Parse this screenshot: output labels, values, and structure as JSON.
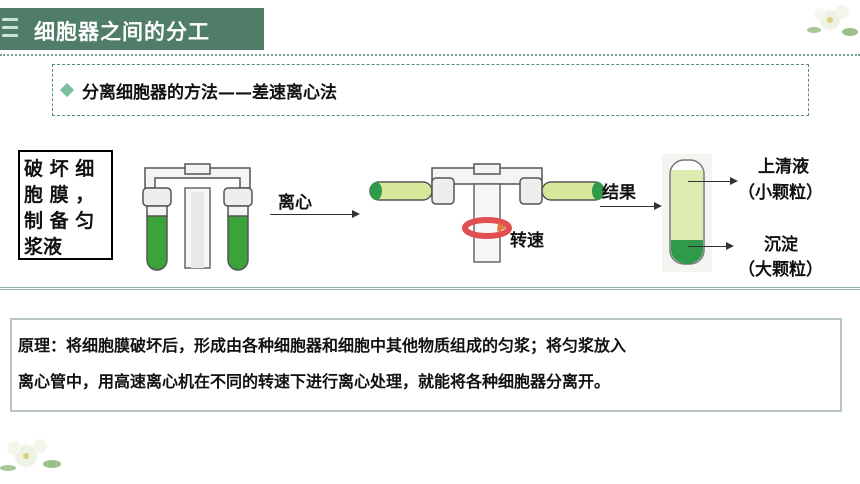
{
  "header": {
    "title": "细胞器之间的分工"
  },
  "method": {
    "text": "分离细胞器的方法——差速离心法"
  },
  "step1": {
    "line1": "破 坏 细",
    "line2": "胞 膜 ，",
    "line3": "制 备 匀",
    "line4": "浆液"
  },
  "labels": {
    "centrifuge": "离心",
    "rotation": "转速",
    "result": "结果",
    "supernatant": "上清液",
    "small": "（小颗粒）",
    "sediment": "沉淀",
    "large": "（大颗粒）"
  },
  "principle": {
    "line1": "原理：将细胞膜破坏后，形成由各种细胞器和细胞中其他物质组成的匀浆；将匀浆放入",
    "line2": "离心管中，用高速离心机在不同的转速下进行离心处理，就能将各种细胞器分离开。"
  },
  "colors": {
    "header": "#4f7d67",
    "liquid_green": "#3aa33a",
    "supernatant": "#dcebb0",
    "sediment": "#2f9a4a",
    "rotation_red": "#e05050"
  }
}
